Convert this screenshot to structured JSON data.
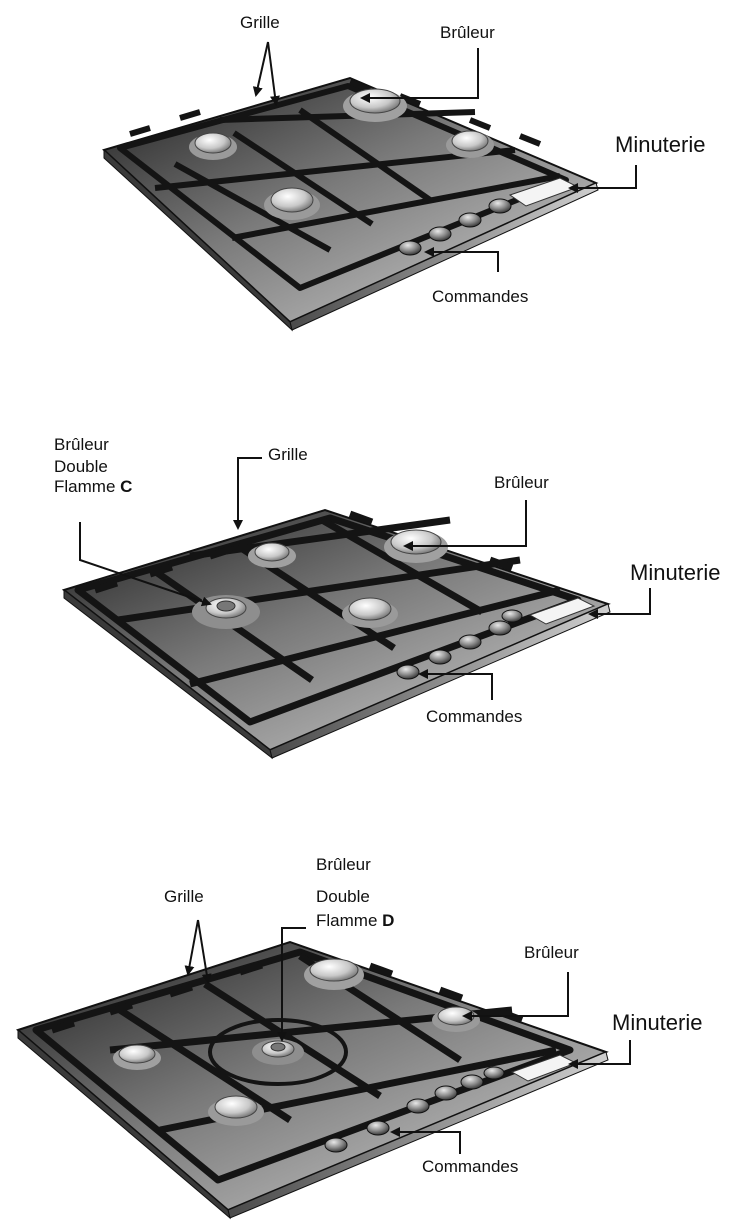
{
  "diagram_1": {
    "grille": "Grille",
    "bruleur": "Brûleur",
    "minuterie": "Minuterie",
    "commandes": "Commandes"
  },
  "diagram_2": {
    "bruleur_dc_line1": "Brûleur",
    "bruleur_dc_line2": "Double",
    "bruleur_dc_line3": "Flamme",
    "bruleur_dc_letter": "C",
    "grille": "Grille",
    "bruleur": "Brûleur",
    "minuterie": "Minuterie",
    "commandes": "Commandes"
  },
  "diagram_3": {
    "grille": "Grille",
    "bruleur_dd_line1": "Brûleur",
    "bruleur_dd_line2": "Double",
    "bruleur_dd_line3": "Flamme",
    "bruleur_dd_letter": "D",
    "bruleur": "Brûleur",
    "minuterie": "Minuterie",
    "commandes": "Commandes"
  },
  "colors": {
    "plate_dark": "#2b2b2b",
    "plate_light": "#bdbdbd",
    "grate": "#141414",
    "burner": "#d9d9d9"
  }
}
